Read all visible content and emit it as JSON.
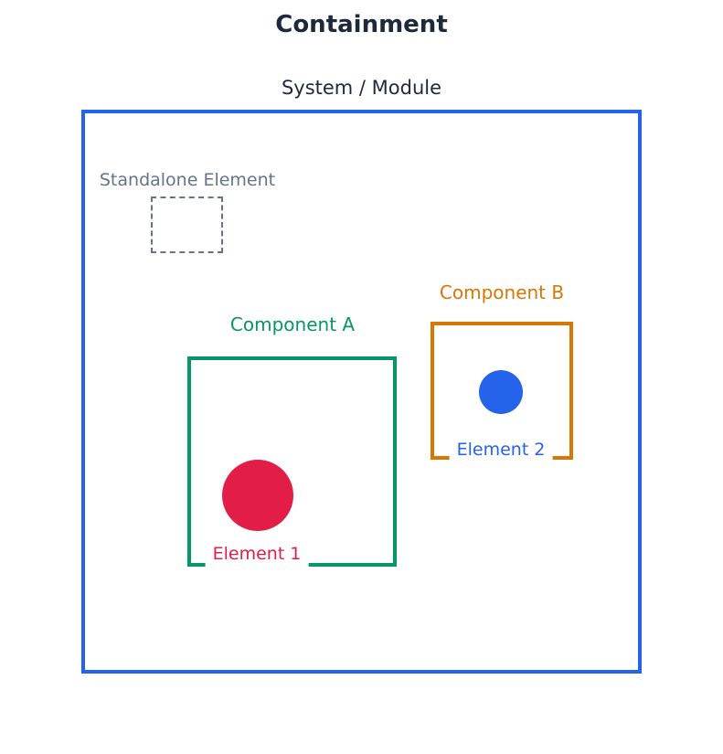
{
  "title": "Containment",
  "colors": {
    "dark": "#1e293b",
    "blue": "#2563eb",
    "green": "#059669",
    "orange": "#d97706",
    "red": "#e11d48",
    "gray": "#64748b",
    "background": "#ffffff"
  },
  "system": {
    "label": "System / Module",
    "border_color": "#2563eb",
    "standalone": {
      "label": "Standalone Element",
      "style": "dashed",
      "color": "#64748b"
    },
    "component_a": {
      "label": "Component A",
      "border_color": "#059669",
      "element_1": {
        "label": "Element 1",
        "shape": "circle",
        "color": "#e11d48"
      }
    },
    "component_b": {
      "label": "Component B",
      "border_color": "#d97706",
      "element_2": {
        "label": "Element 2",
        "shape": "circle",
        "color": "#2563eb"
      }
    }
  }
}
